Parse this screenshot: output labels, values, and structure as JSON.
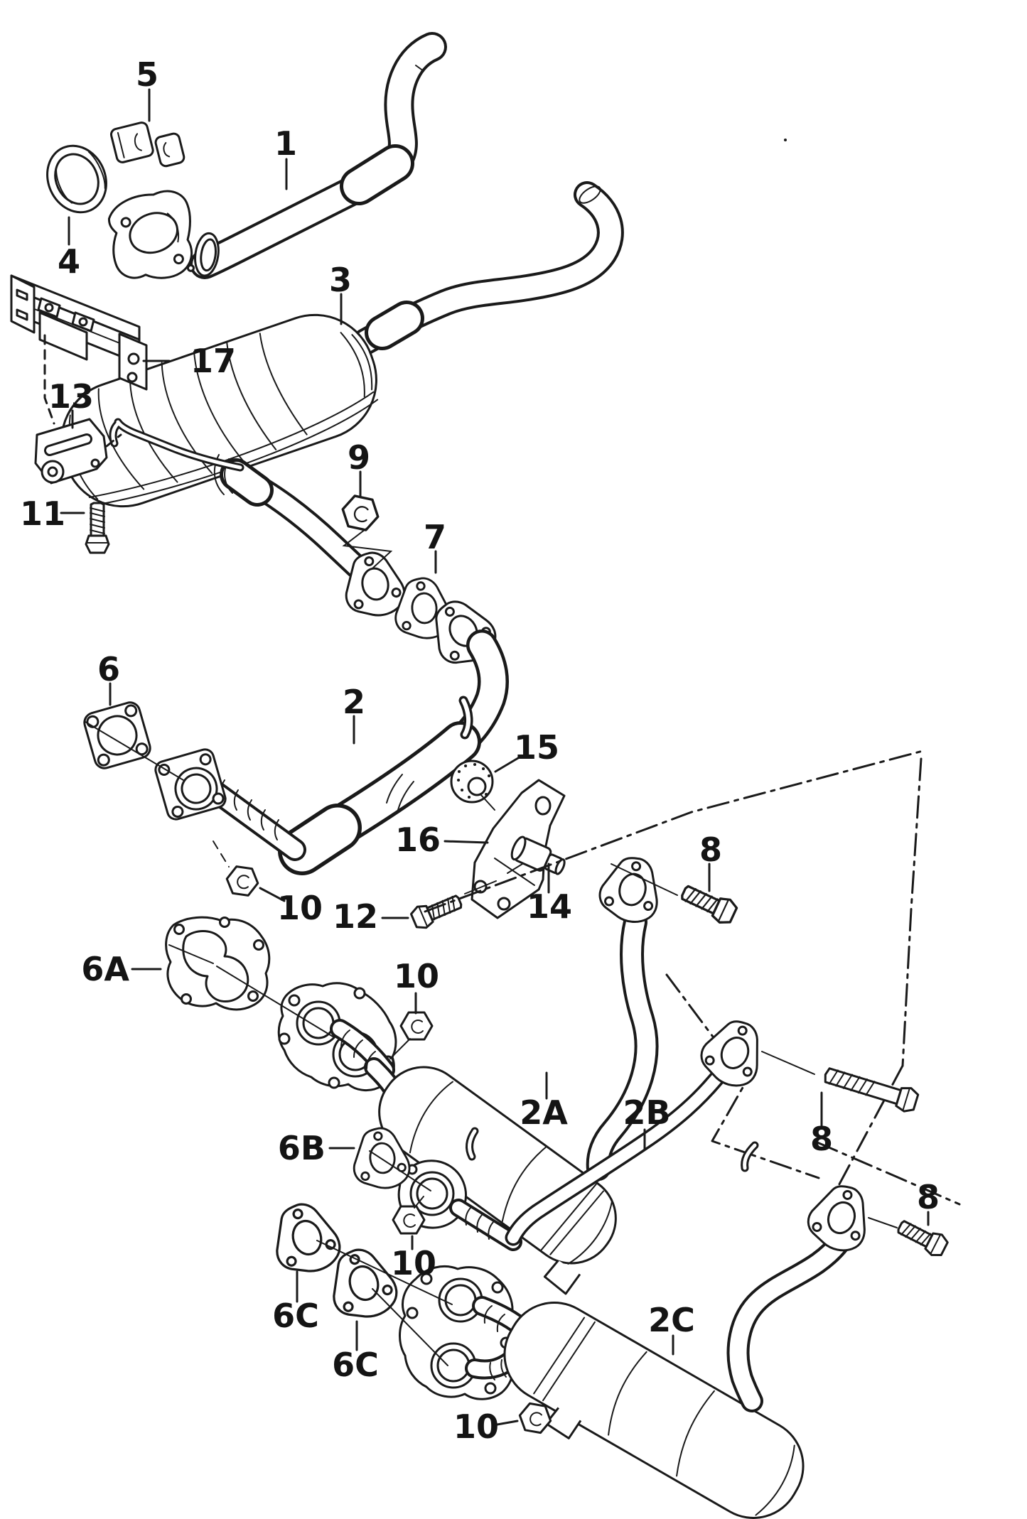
{
  "document": {
    "type": "exhaust-system-parts-diagram",
    "background_color": "#ffffff",
    "line_color": "#1a1a1a",
    "sections": [
      "main exhaust with catalytic converter",
      "variant 2A",
      "variant 2B",
      "variant 2C"
    ]
  },
  "callouts": [
    {
      "part": "5",
      "name": "clamp"
    },
    {
      "part": "4",
      "name": "seal-ring"
    },
    {
      "part": "1",
      "name": "front-exhaust-pipe"
    },
    {
      "part": "3",
      "name": "catalytic-converter"
    },
    {
      "part": "17",
      "name": "mounting-bracket"
    },
    {
      "part": "13",
      "name": "support-bracket"
    },
    {
      "part": "11",
      "name": "bolt"
    },
    {
      "part": "9",
      "name": "hex-nut"
    },
    {
      "part": "7",
      "name": "gasket"
    },
    {
      "part": "6",
      "name": "flange-gasket"
    },
    {
      "part": "2",
      "name": "exhaust-pipe"
    },
    {
      "part": "15",
      "name": "rubber-grommet"
    },
    {
      "part": "16",
      "name": "retaining-bracket"
    },
    {
      "part": "12",
      "name": "bolt"
    },
    {
      "part": "14",
      "name": "rubber-buffer"
    },
    {
      "part": "10",
      "name": "hex-nut"
    },
    {
      "part": "8",
      "name": "bolt"
    },
    {
      "part": "6A",
      "name": "double-gasket"
    },
    {
      "part": "10",
      "name": "hex-nut"
    },
    {
      "part": "2A",
      "name": "exhaust-pipe-with-catalyst"
    },
    {
      "part": "2B",
      "name": "exhaust-pipe"
    },
    {
      "part": "8",
      "name": "bolt"
    },
    {
      "part": "6B",
      "name": "gasket"
    },
    {
      "part": "6C",
      "name": "gasket"
    },
    {
      "part": "6C",
      "name": "gasket"
    },
    {
      "part": "10",
      "name": "hex-nut"
    },
    {
      "part": "2C",
      "name": "exhaust-pipe-with-catalyst"
    },
    {
      "part": "8",
      "name": "bolt"
    },
    {
      "part": "10",
      "name": "hex-nut"
    }
  ]
}
